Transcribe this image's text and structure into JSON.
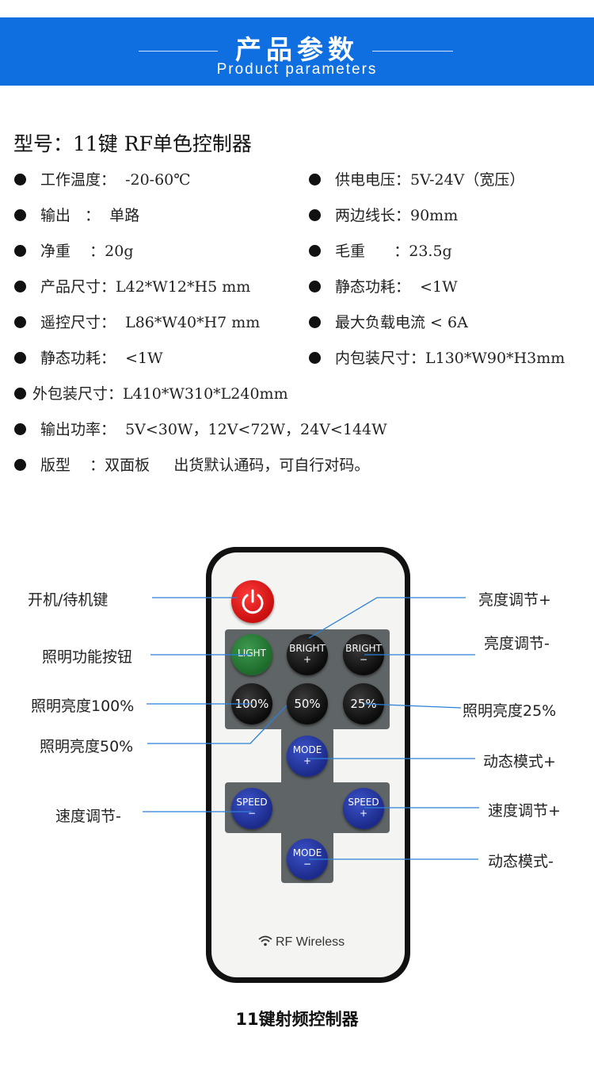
{
  "header": {
    "title_cn": "产品参数",
    "title_en": "Product parameters"
  },
  "specs": {
    "model": "型号：11键 RF单色控制器",
    "items": [
      "工作温度：  -20-60℃",
      "供电电压：5V-24V（宽压）",
      "输出   ：  单路",
      "两边线长：90mm",
      "净重    ：20g",
      "毛重      ：23.5g",
      "产品尺寸：L42*W12*H5 mm",
      "静态功耗：  <1W",
      "遥控尺寸：  L86*W40*H7 mm",
      "最大负载电流 < 6A",
      "静态功耗：  <1W",
      "内包装尺寸：L130*W90*H3mm",
      "外包装尺寸：L410*W310*L240mm",
      "输出功率：  5V<30W，12V<72W，24V<144W",
      "版型    ：双面板     出货默认通码，可自行对码。"
    ]
  },
  "remote": {
    "buttons": {
      "light": "LIGHT",
      "bright_up_1": "BRIGHT",
      "bright_up_2": "+",
      "bright_down_1": "BRIGHT",
      "bright_down_2": "−",
      "b100": "100%",
      "b50": "50%",
      "b25": "25%",
      "mode_up_1": "MODE",
      "mode_up_2": "+",
      "speed_down_1": "SPEED",
      "speed_down_2": "−",
      "speed_up_1": "SPEED",
      "speed_up_2": "+",
      "mode_down_1": "MODE",
      "mode_down_2": "−"
    },
    "brand": "RF Wireless",
    "icons": {
      "power": "power-icon",
      "wifi": "wifi-icon"
    }
  },
  "annotations": {
    "power": "开机/待机键",
    "light": "照明功能按钮",
    "b100": "照明亮度100%",
    "b50": "照明亮度50%",
    "speed_down": "速度调节-",
    "bright_up": "亮度调节+",
    "bright_down": "亮度调节-",
    "b25": "照明亮度25%",
    "mode_up": "动态模式+",
    "speed_up": "速度调节+",
    "mode_down": "动态模式-"
  },
  "caption": "11键射频控制器",
  "colors": {
    "banner": "#0f6fe0",
    "lines": "#2a80d8",
    "power": "#e21b1b",
    "light": "#2c8a3e",
    "blue_btn": "#2a3fb0"
  }
}
